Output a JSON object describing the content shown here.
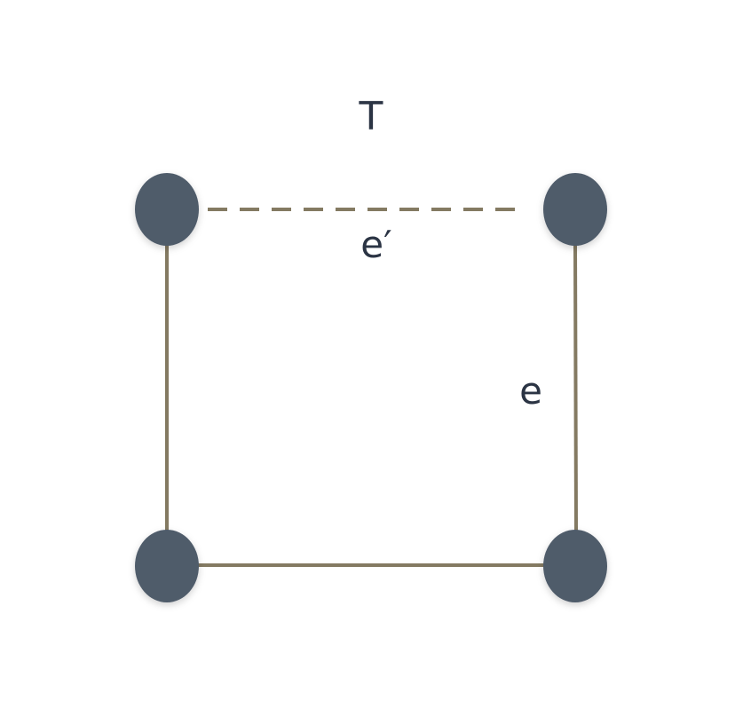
{
  "diagram": {
    "title": "T",
    "colors": {
      "node": "#4f5b6b",
      "edge": "#847a62",
      "text": "#2b3444"
    },
    "nodes": [
      {
        "id": "top-left"
      },
      {
        "id": "top-right"
      },
      {
        "id": "bottom-left"
      },
      {
        "id": "bottom-right"
      }
    ],
    "edges": [
      {
        "id": "top",
        "from": "top-left",
        "to": "top-right",
        "style": "dashed",
        "label": "e′"
      },
      {
        "id": "right",
        "from": "top-right",
        "to": "bottom-right",
        "style": "solid",
        "label": "e"
      },
      {
        "id": "left",
        "from": "top-left",
        "to": "bottom-left",
        "style": "solid",
        "label": ""
      },
      {
        "id": "bottom",
        "from": "bottom-left",
        "to": "bottom-right",
        "style": "solid",
        "label": ""
      }
    ]
  }
}
